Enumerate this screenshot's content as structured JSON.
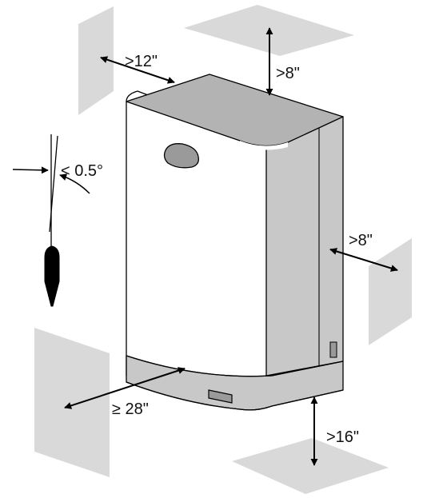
{
  "labels": {
    "left_clearance": ">12\"",
    "top_clearance": ">8\"",
    "right_clearance": ">8\"",
    "front_clearance": "≥ 28\"",
    "bottom_clearance": ">16\"",
    "plumb_tolerance": "< 0.5°"
  },
  "colors": {
    "clearance_plane": "#d9d9d9",
    "cabinet_front": "#ffffff",
    "cabinet_side": "#c8c8c8",
    "cabinet_top": "#b3b3b3",
    "outline": "#000000",
    "plumb_bob": "#000000"
  },
  "icons": {
    "window": "oval-sight-glass",
    "side_port": "rectangle-port",
    "plumb": "plumb-bob-icon"
  }
}
